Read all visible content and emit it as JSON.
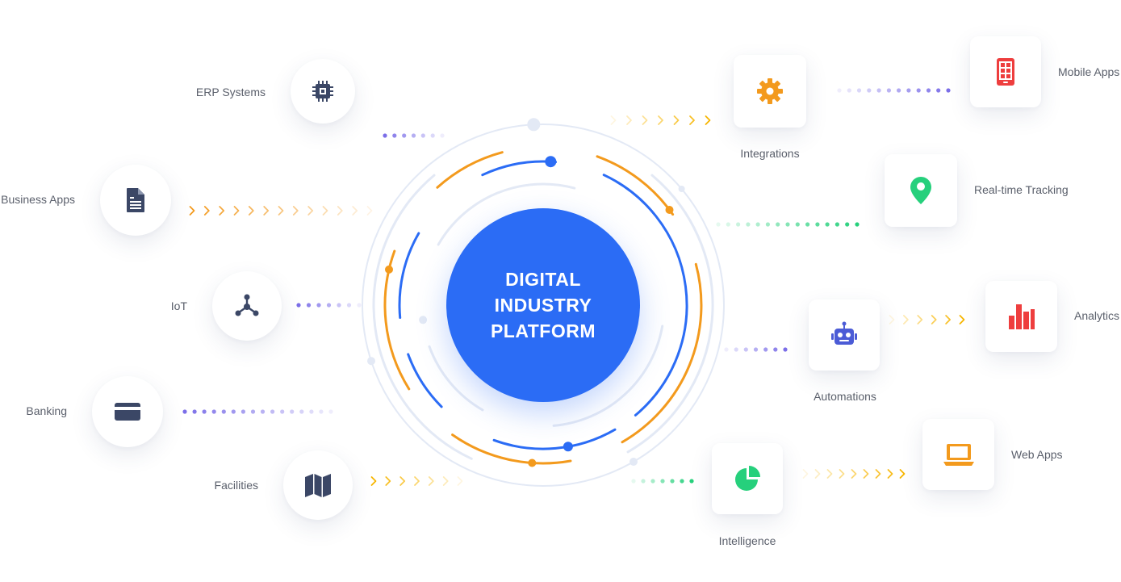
{
  "center": {
    "line1": "DIGITAL",
    "line2": "INDUSTRY",
    "line3": "PLATFORM"
  },
  "colors": {
    "blue": "#2b6cf5",
    "orange": "#f39a1d",
    "ring": "#e3e9f5",
    "icon_dark": "#3b4766",
    "green": "#26d07c",
    "purple": "#7b6ee8",
    "red": "#ee3e3e",
    "yellow": "#f7b500"
  },
  "left_nodes": [
    {
      "label": "ERP Systems",
      "icon": "cpu-chip-icon"
    },
    {
      "label": "Business Apps",
      "icon": "document-icon"
    },
    {
      "label": "IoT",
      "icon": "network-nodes-icon"
    },
    {
      "label": "Banking",
      "icon": "credit-card-icon"
    },
    {
      "label": "Facilities",
      "icon": "map-icon"
    }
  ],
  "right_inner_nodes": [
    {
      "label": "Integrations",
      "icon": "gear-icon"
    },
    {
      "label": "Automations",
      "icon": "robot-icon"
    },
    {
      "label": "Intelligence",
      "icon": "pie-chart-icon"
    }
  ],
  "right_outer_nodes": [
    {
      "label": "Mobile Apps",
      "icon": "mobile-phone-icon"
    },
    {
      "label": "Real-time Tracking",
      "icon": "location-pin-icon"
    },
    {
      "label": "Analytics",
      "icon": "bar-chart-icon"
    },
    {
      "label": "Web Apps",
      "icon": "laptop-icon"
    }
  ]
}
